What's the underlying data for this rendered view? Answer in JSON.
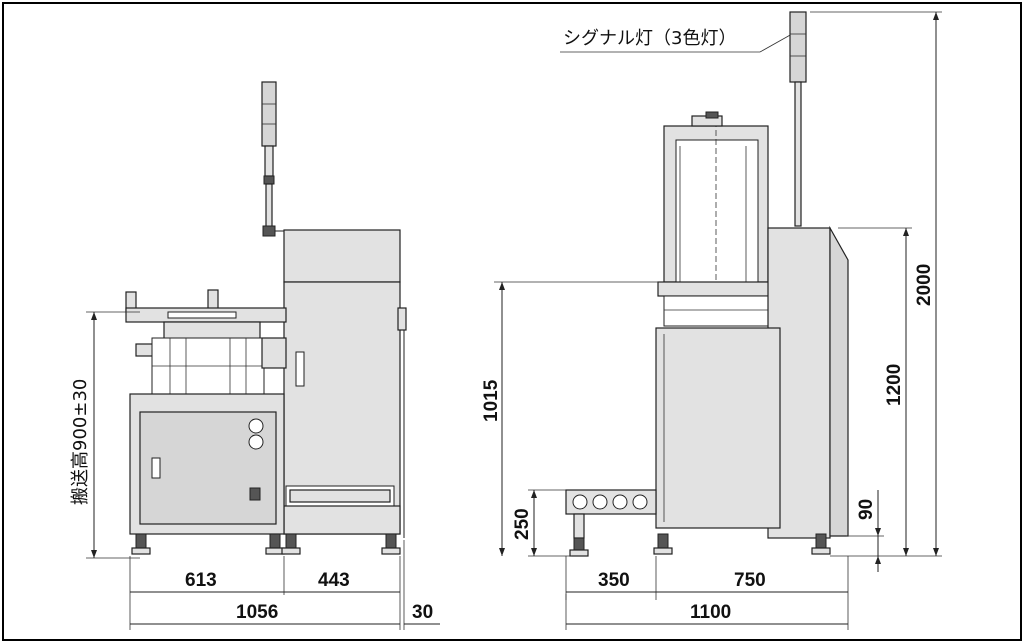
{
  "labels": {
    "signal_light": "シグナル灯（3色灯）",
    "conveyor_height": "搬送高900±30"
  },
  "dimensions": {
    "left_width_1": "613",
    "left_width_2": "443",
    "left_total": "1056",
    "left_offset": "30",
    "right_width_1": "350",
    "right_width_2": "750",
    "right_total": "1100",
    "height_total": "2000",
    "height_upper": "1200",
    "height_1015": "1015",
    "height_250": "250",
    "height_90": "90"
  }
}
